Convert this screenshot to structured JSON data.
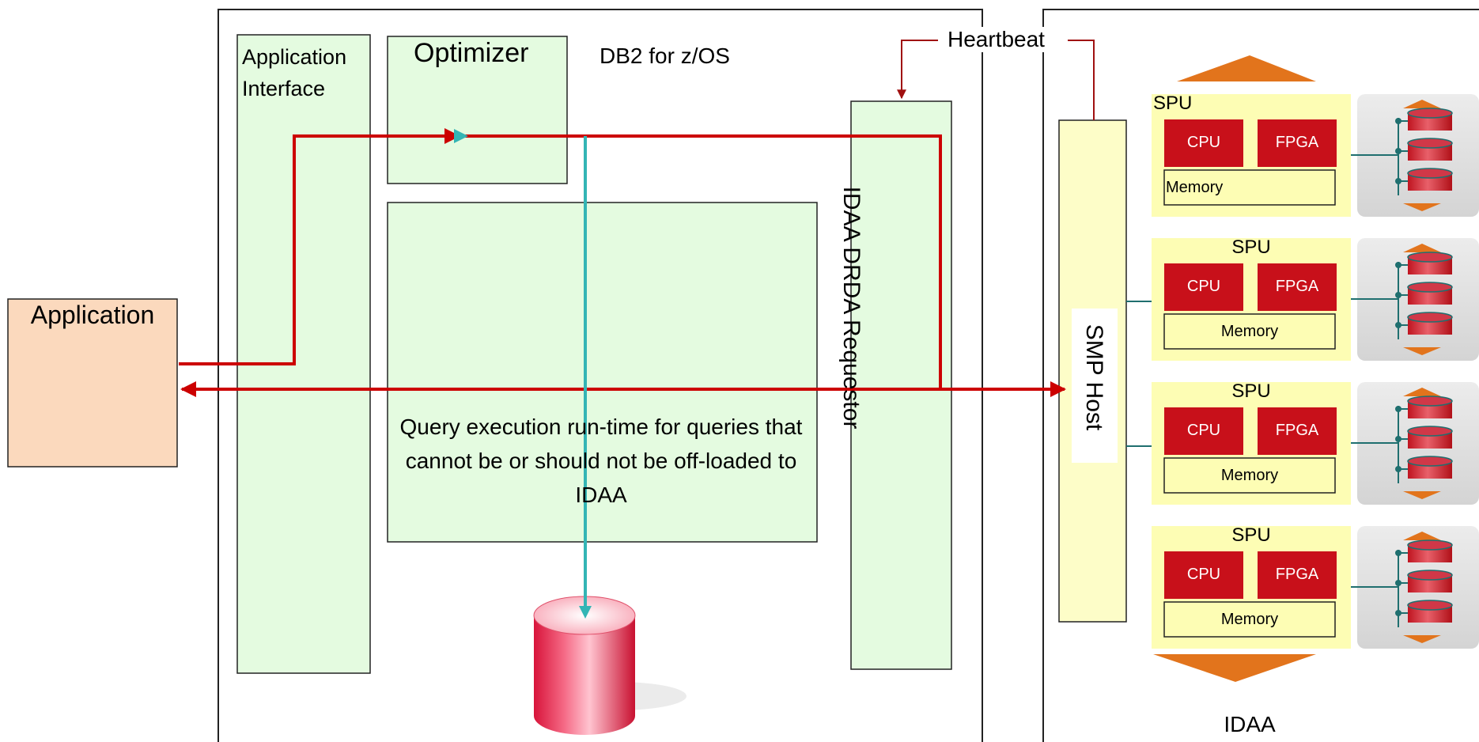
{
  "labels": {
    "application": "Application",
    "application_interface": "Application Interface",
    "optimizer": "Optimizer",
    "db2": "DB2 for z/OS",
    "heartbeat": "Heartbeat",
    "query_execution": "Query execution run-time for queries that cannot be or should not be off-loaded to IDAA",
    "drda_requestor": "IDAA DRDA Requestor",
    "smp_host": "SMP Host",
    "idaa": "IDAA"
  },
  "spus": [
    {
      "title": "SPU",
      "cpu": "CPU",
      "fpga": "FPGA",
      "memory": "Memory"
    },
    {
      "title": "SPU",
      "cpu": "CPU",
      "fpga": "FPGA",
      "memory": "Memory"
    },
    {
      "title": "SPU",
      "cpu": "CPU",
      "fpga": "FPGA",
      "memory": "Memory"
    },
    {
      "title": "SPU",
      "cpu": "CPU",
      "fpga": "FPGA",
      "memory": "Memory"
    }
  ],
  "colors": {
    "flow_red": "#cc0000",
    "flow_teal": "#33b5b5",
    "app_fill": "#fbd9bd",
    "green_fill": "#e4fbe0",
    "spu_fill": "#fdfdb4",
    "cpu_fill": "#c8101a",
    "smp_fill": "#fdfdc8",
    "orange": "#e2741c",
    "disk_panel": "#dcdcdc"
  }
}
